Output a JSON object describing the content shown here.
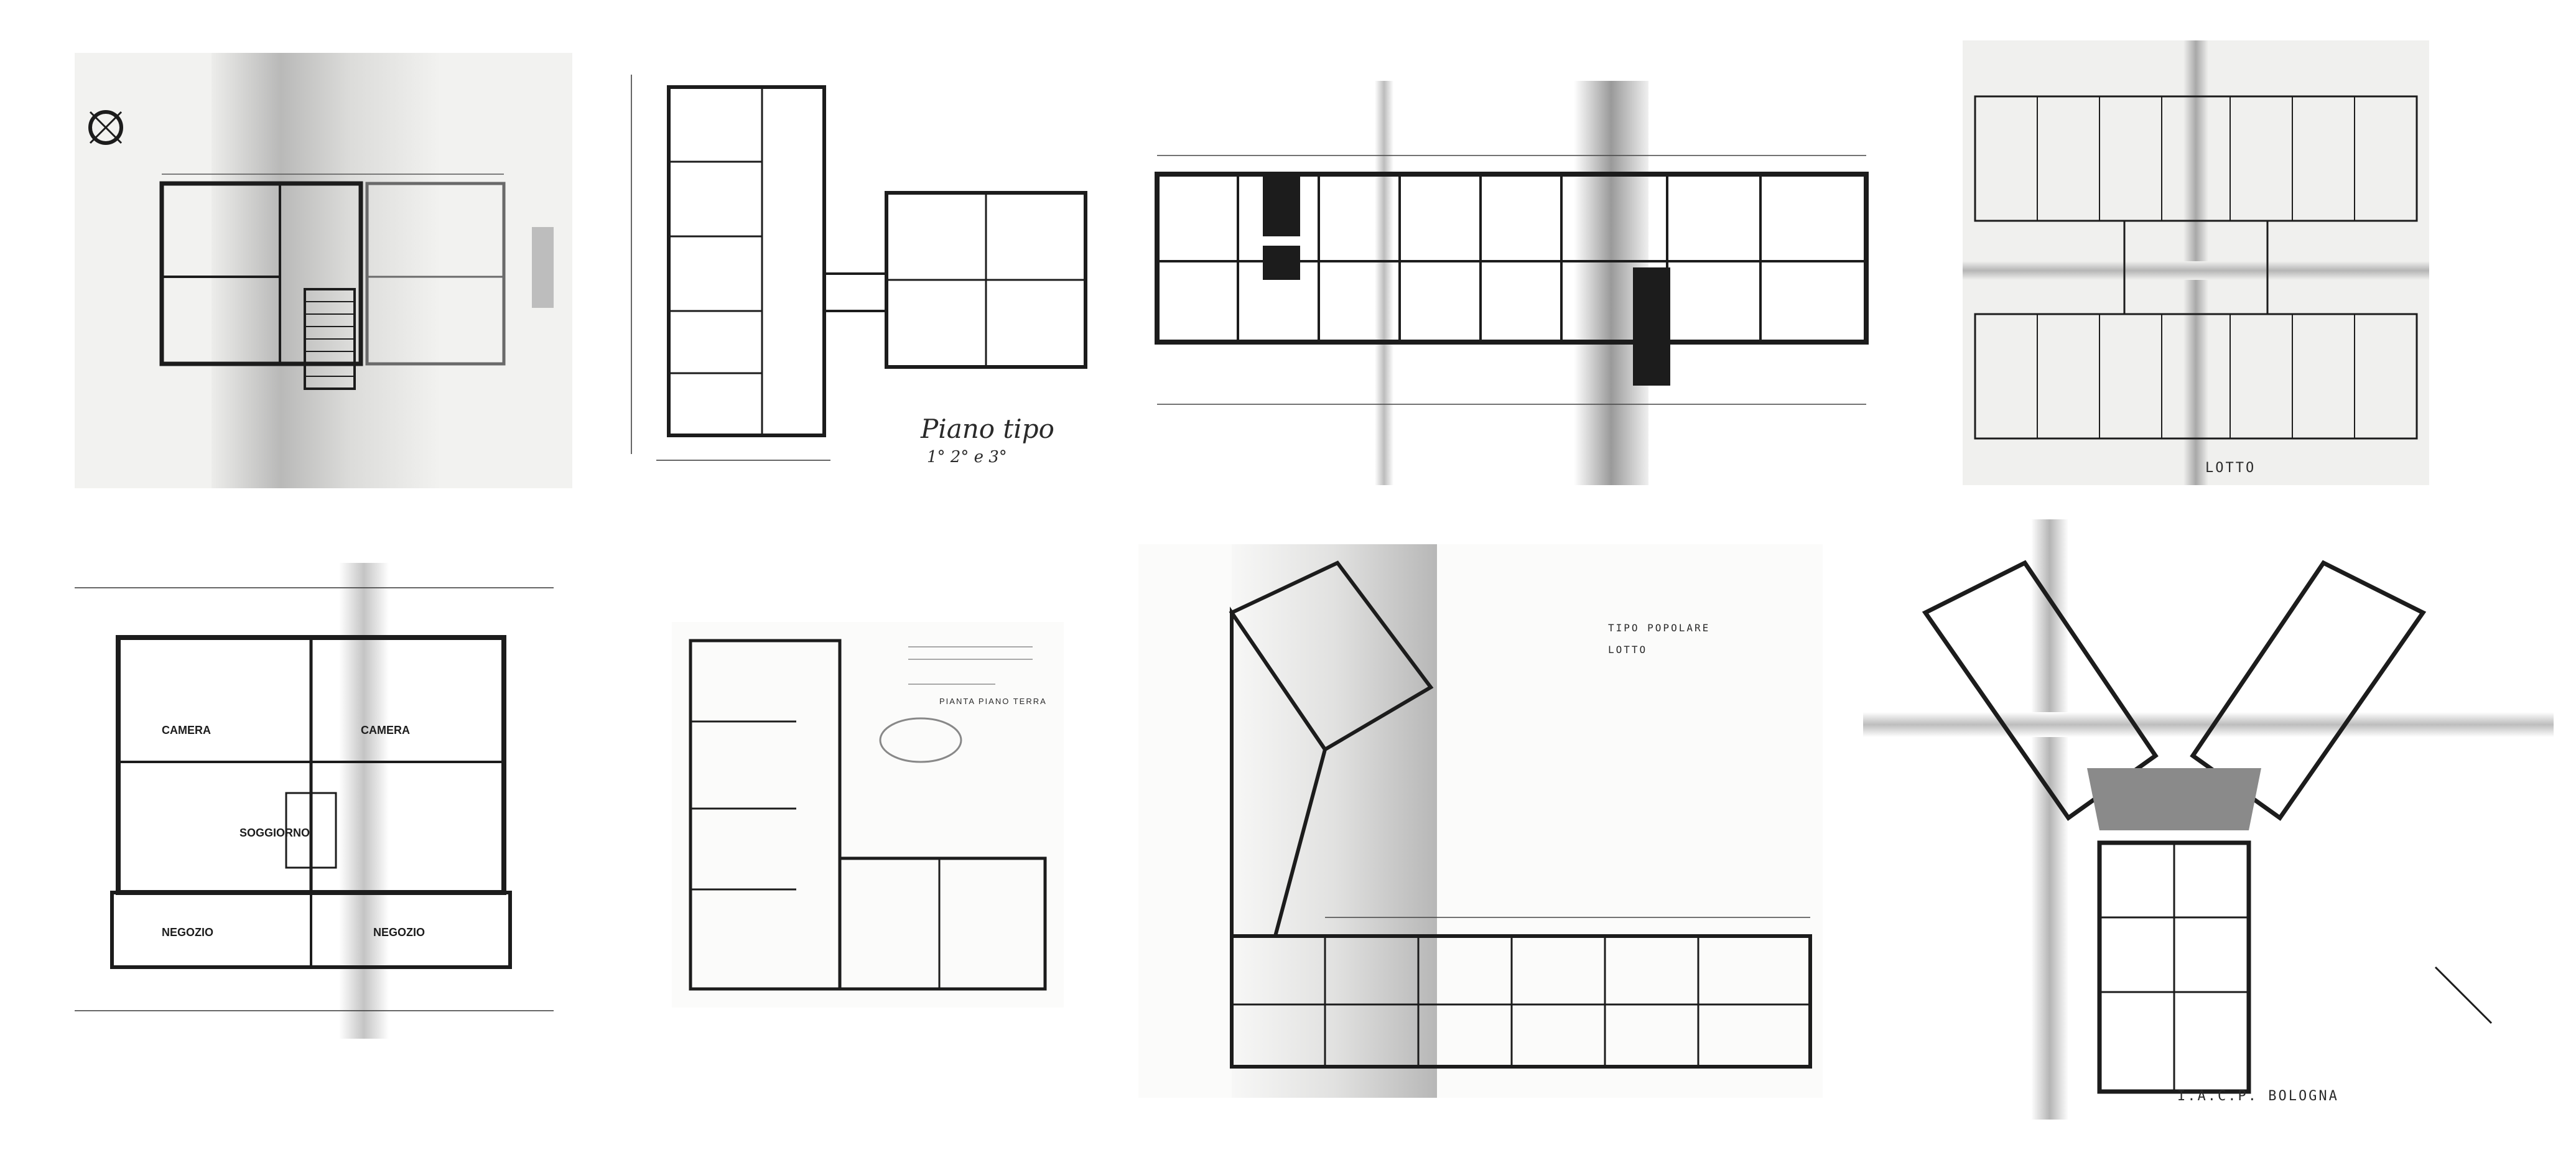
{
  "sheets": [
    {
      "id": "sheet-1",
      "caption": ""
    },
    {
      "id": "sheet-2",
      "caption": "Piano tipo",
      "subcaption": "1° 2° e 3°"
    },
    {
      "id": "sheet-3",
      "caption": ""
    },
    {
      "id": "sheet-4",
      "caption": "LOTTO"
    },
    {
      "id": "sheet-5",
      "caption": "",
      "room_labels": {
        "camera": "CAMERA",
        "soggiorno": "SOGGIORNO",
        "negozio": "NEGOZIO"
      }
    },
    {
      "id": "sheet-6",
      "caption": "PIANTA PIANO TERRA"
    },
    {
      "id": "sheet-7",
      "caption": "TIPO POPOLARE",
      "subcaption": "LOTTO"
    },
    {
      "id": "sheet-8",
      "caption": "I.A.C.P. BOLOGNA"
    }
  ],
  "colors": {
    "ink": "#1c1c1c",
    "paper": "#f7f7f5",
    "fold_shadow": "#6e6e6e",
    "hatch": "#8a8a8a"
  }
}
